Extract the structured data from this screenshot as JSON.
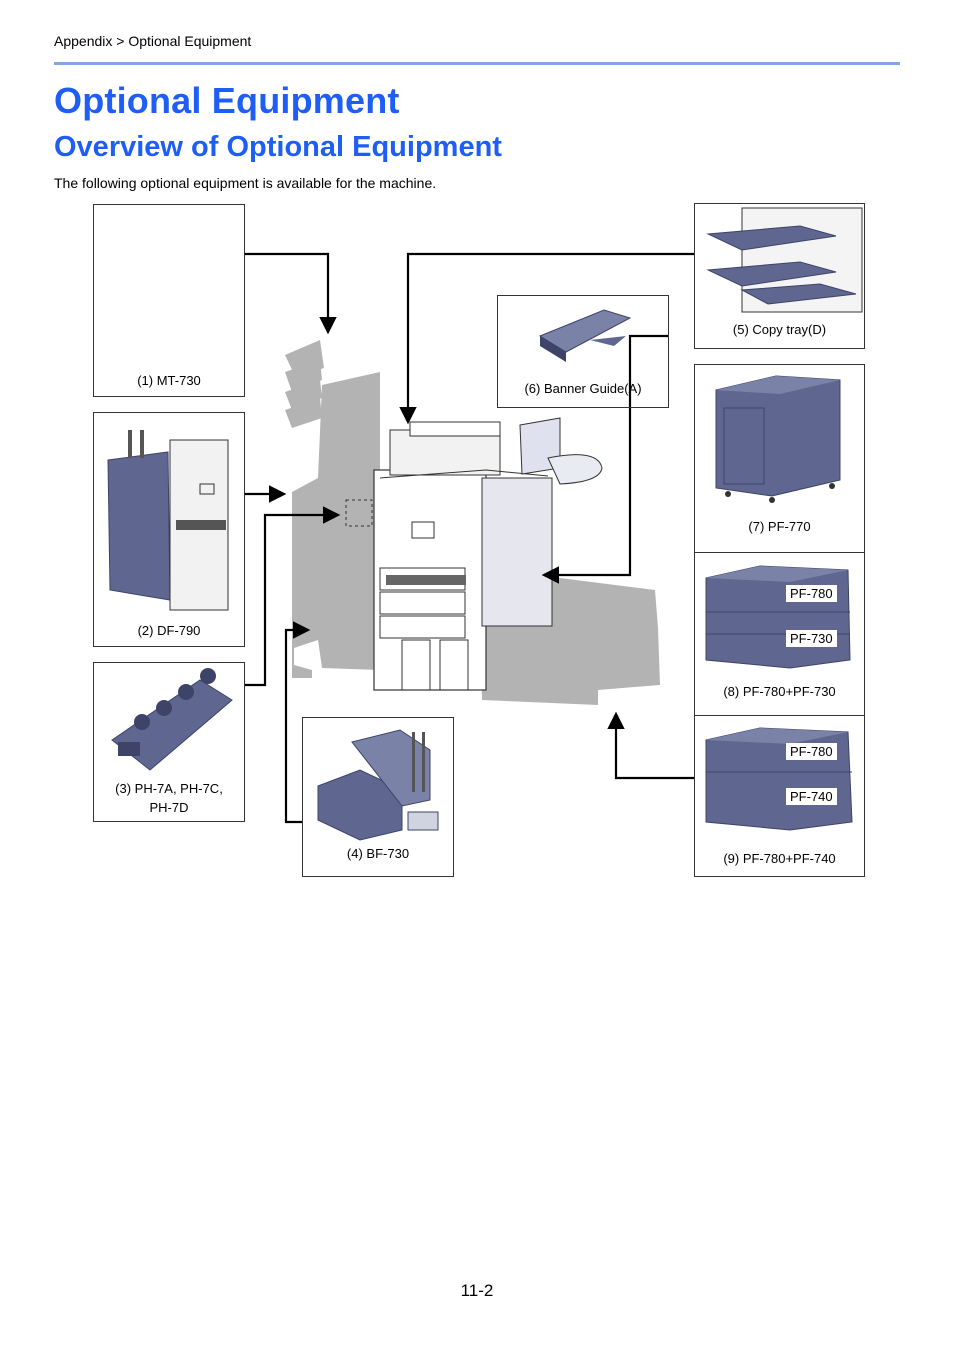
{
  "header": {
    "breadcrumb": "Appendix > Optional Equipment"
  },
  "title": "Optional Equipment",
  "section_title": "Overview of Optional Equipment",
  "intro": "The following optional equipment is available for the machine.",
  "items": {
    "mt730": "(1) MT-730",
    "df790": "(2) DF-790",
    "ph7": "(3) PH-7A, PH-7C,\nPH-7D",
    "bf730": "(4) BF-730",
    "copy_tray": "(5) Copy tray(D)",
    "banner_guide": "(6) Banner Guide(A)",
    "pf770": "(7) PF-770",
    "pf780_730": "(8) PF-780+PF-730",
    "pf780_740": "(9) PF-780+PF-740"
  },
  "tags": {
    "pf780_a": "PF-780",
    "pf730": "PF-730",
    "pf780_b": "PF-780",
    "pf740": "PF-740"
  },
  "colors": {
    "heading": "#1e5ef5",
    "rule": "#7fa7e6",
    "device": "#5f6790",
    "device_dark": "#3d4468",
    "silhouette": "#b3b3b3"
  },
  "footer": {
    "page_number": "11-2"
  }
}
